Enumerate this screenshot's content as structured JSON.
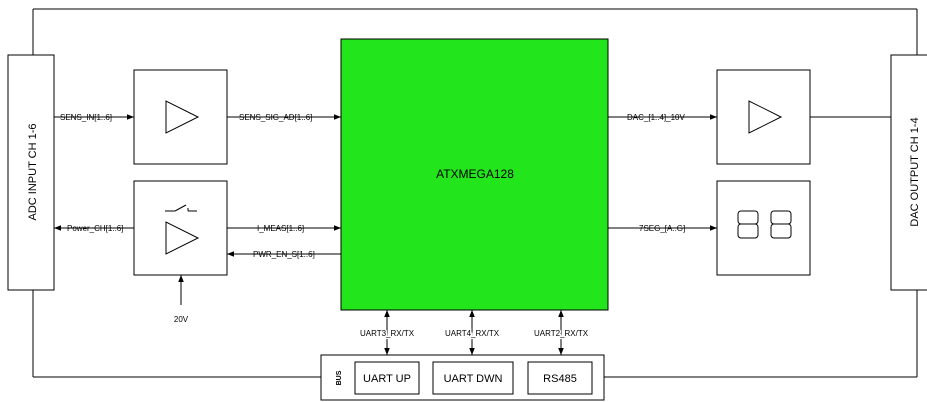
{
  "mcu": {
    "label": "ATXMEGA128",
    "color": "#22e51c"
  },
  "connectors": {
    "left": "ADC INPUT CH 1-6",
    "right": "DAC OUTPUT CH 1-4"
  },
  "signals": {
    "sens_in": "SENS_IN[1..6]",
    "sens_sig_ad": "SENS_SIG_AD[1..6]",
    "power_ch": "Power_CH[1..6]",
    "i_meas": "I_MEAS[1..6]",
    "pwr_en_s": "PWR_EN_S[1..6]",
    "supply": "20V",
    "dac_out": "DAC_[1..4]_10V",
    "seg": "7SEG_[A..G]",
    "uart3": "UART3_RX/TX",
    "uart4": "UART4_RX/TX",
    "uart2": "UART2_RX/TX"
  },
  "bus": {
    "label": "BUS",
    "items": [
      "UART UP",
      "UART DWN",
      "RS485"
    ]
  }
}
